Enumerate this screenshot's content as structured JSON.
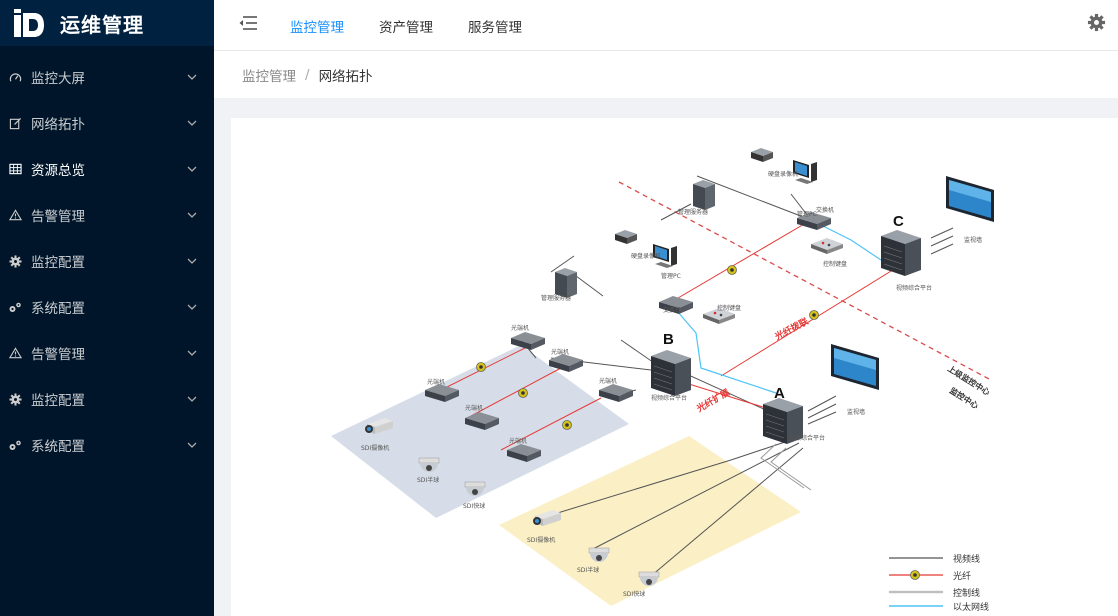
{
  "app": {
    "title": "运维管理"
  },
  "sidebar": {
    "items": [
      {
        "label": "监控大屏",
        "icon": "dashboard-icon"
      },
      {
        "label": "网络拓扑",
        "icon": "edit-icon"
      },
      {
        "label": "资源总览",
        "icon": "table-icon"
      },
      {
        "label": "告警管理",
        "icon": "warning-icon"
      },
      {
        "label": "监控配置",
        "icon": "gear-icon"
      },
      {
        "label": "系统配置",
        "icon": "gears-icon"
      },
      {
        "label": "告警管理",
        "icon": "warning-icon"
      },
      {
        "label": "监控配置",
        "icon": "gear-icon"
      },
      {
        "label": "系统配置",
        "icon": "gears-icon"
      }
    ]
  },
  "header": {
    "nav": [
      {
        "label": "监控管理"
      },
      {
        "label": "资产管理"
      },
      {
        "label": "服务管理"
      }
    ]
  },
  "breadcrumb": {
    "parent": "监控管理",
    "separator": "/",
    "current": "网络拓扑"
  },
  "diagram": {
    "site_labels": {
      "a": "A",
      "b": "B",
      "c": "C"
    },
    "fiber_labels": {
      "fiber_1": "光纤拨联",
      "fiber_2": "光纤扩展"
    },
    "zone_labels": {
      "upper": "上级监控中心",
      "local": "监控中心"
    },
    "legend": {
      "video": "视频线",
      "fiber": "光纤",
      "control": "控制线",
      "ethernet": "以太网线"
    },
    "colors": {
      "video": "#555555",
      "fiber": "#e53935",
      "control": "#999999",
      "ethernet": "#4fc3f7"
    }
  }
}
